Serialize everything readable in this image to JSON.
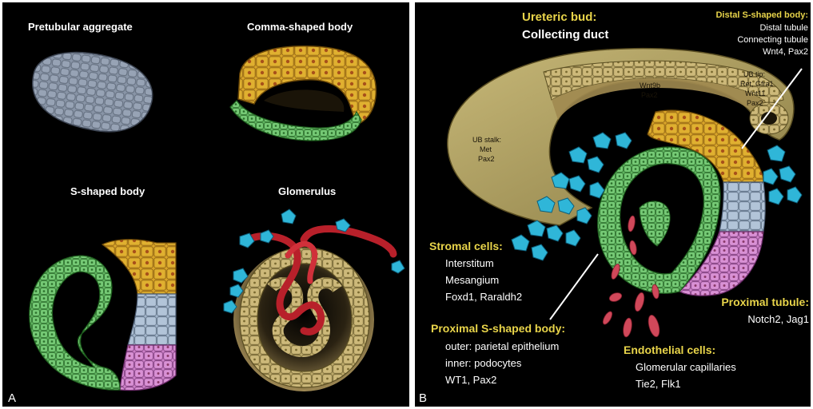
{
  "panelA": {
    "letter": "A",
    "pretubular": "Pretubular aggregate",
    "comma": "Comma-shaped body",
    "sshaped": "S-shaped body",
    "glomerulus": "Glomerulus"
  },
  "panelB": {
    "letter": "B",
    "ureteric_title": "Ureteric bud:",
    "ureteric_sub": "Collecting duct",
    "distal_title": "Distal S-shaped body:",
    "distal_lines": [
      "Distal tubule",
      "Connecting tubule",
      "Wnt4, Pax2"
    ],
    "ub_tip": [
      "UB tip:",
      "Ret, Gfra1",
      "Wnt11",
      "Pax2"
    ],
    "wnt9b": [
      "Wnt9b",
      "Pax2"
    ],
    "ub_stalk": [
      "UB stalk:",
      "Met",
      "Pax2"
    ],
    "stromal_title": "Stromal cells:",
    "stromal_lines": [
      "Interstitum",
      "Mesangium",
      "Foxd1, Raraldh2"
    ],
    "proximal_s_title": "Proximal S-shaped body:",
    "proximal_s_lines": [
      "outer: parietal epithelium",
      "inner: podocytes",
      "WT1, Pax2"
    ],
    "proximal_tubule_title": "Proximal tubule:",
    "proximal_tubule_sub": "Notch2, Jag1",
    "endothelial_title": "Endothelial cells:",
    "endothelial_lines": [
      "Glomerular capillaries",
      "Tie2, Flk1"
    ]
  },
  "colors": {
    "background": "#000000",
    "yellow_label": "#e8d44a",
    "white_label": "#ffffff",
    "ureteric": "#a89a5c",
    "distal": "#d9a52a",
    "proximal_green": "#6cc46c",
    "glomerular_pink": "#d58ad0",
    "tubule_blue": "#a9bcd0",
    "stromal_cyan": "#2fb6d8",
    "endothelial_red": "#d0485a",
    "pretubular_grey": "#8894a6",
    "capillary_red": "#b8202a"
  }
}
